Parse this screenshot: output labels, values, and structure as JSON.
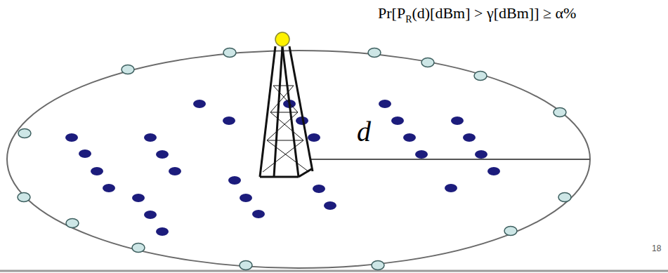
{
  "diagram": {
    "labels": [
      "Pr[P",
      "R",
      "(d)[dBm] > γ[dBm]] ≥ α%",
      "d",
      "18"
    ]
  }
}
